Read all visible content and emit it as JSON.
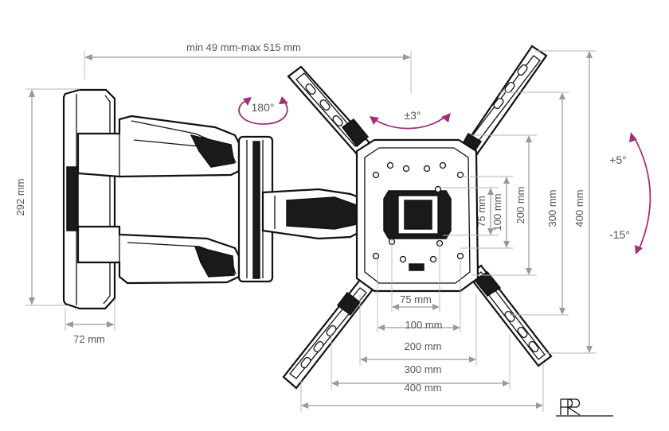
{
  "dimensions": {
    "extension": "min 49 mm-max 515 mm",
    "wall_plate_height": "292 mm",
    "wall_plate_depth": "72 mm",
    "vesa_v_75": "75 mm",
    "vesa_v_100": "100 mm",
    "vesa_v_200": "200 mm",
    "vesa_v_300": "300 mm",
    "vesa_v_400": "400 mm",
    "vesa_h_75": "75 mm",
    "vesa_h_100": "100 mm",
    "vesa_h_200": "200 mm",
    "vesa_h_300": "300 mm",
    "vesa_h_400": "400 mm"
  },
  "angles": {
    "swivel": "180°",
    "rotation": "±3°",
    "tilt_up": "+5°",
    "tilt_down": "-15°"
  },
  "colors": {
    "accent": "#a0307a",
    "line": "#111111",
    "dimension": "#9a9a9a",
    "text": "#555555"
  }
}
